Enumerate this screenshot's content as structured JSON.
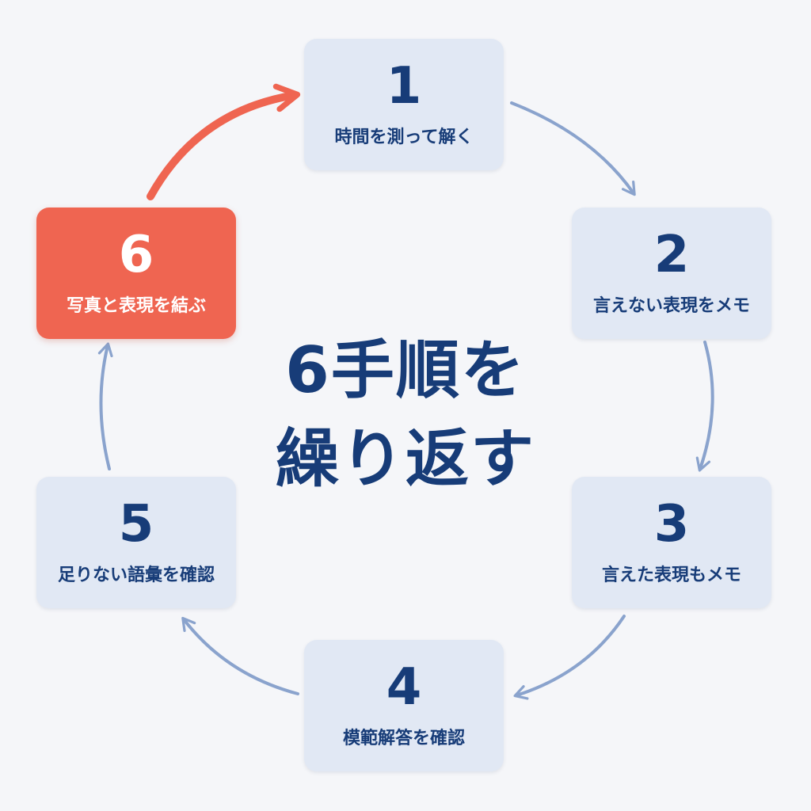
{
  "colors": {
    "background": "#f5f6f9",
    "step_fill": "#e1e8f4",
    "highlight_fill": "#ef6551",
    "text_dark": "#173c78",
    "arrow_blue": "#8aa3cd",
    "arrow_highlight": "#ef6551"
  },
  "title": {
    "line1": "6手順を",
    "line2": "繰り返す"
  },
  "steps": [
    {
      "number": "1",
      "label": "時間を測って解く"
    },
    {
      "number": "2",
      "label": "言えない表現をメモ"
    },
    {
      "number": "3",
      "label": "言えた表現もメモ"
    },
    {
      "number": "4",
      "label": "模範解答を確認"
    },
    {
      "number": "5",
      "label": "足りない語彙を確認"
    },
    {
      "number": "6",
      "label": "写真と表現を結ぶ",
      "highlighted": true
    }
  ]
}
